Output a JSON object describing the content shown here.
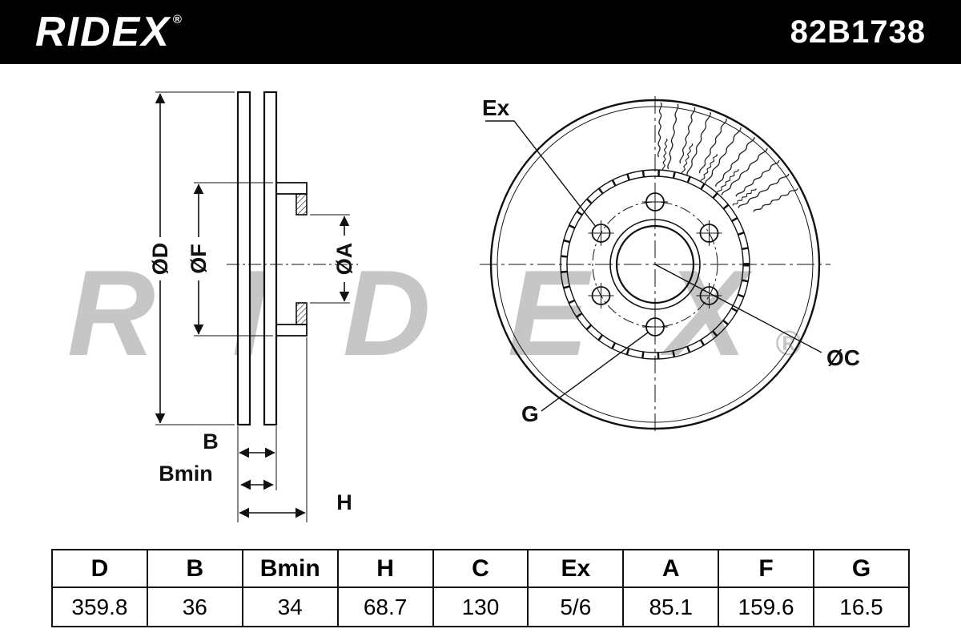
{
  "header": {
    "brand": "RIDEX",
    "brand_reg": "®",
    "part_number": "82B1738"
  },
  "watermark": {
    "text": "RIDEX",
    "reg": "®"
  },
  "diagram": {
    "labels": {
      "d": "ØD",
      "f": "ØF",
      "a": "ØA",
      "b": "B",
      "bmin": "Bmin",
      "h": "H",
      "ex": "Ex",
      "c": "ØC",
      "g": "G"
    }
  },
  "table": {
    "columns": [
      "D",
      "B",
      "Bmin",
      "H",
      "C",
      "Ex",
      "A",
      "F",
      "G"
    ],
    "values": [
      "359.8",
      "36",
      "34",
      "68.7",
      "130",
      "5/6",
      "85.1",
      "159.6",
      "16.5"
    ]
  },
  "colors": {
    "header_bg": "#000000",
    "line": "#111111",
    "watermark": "#c6c6c6"
  }
}
